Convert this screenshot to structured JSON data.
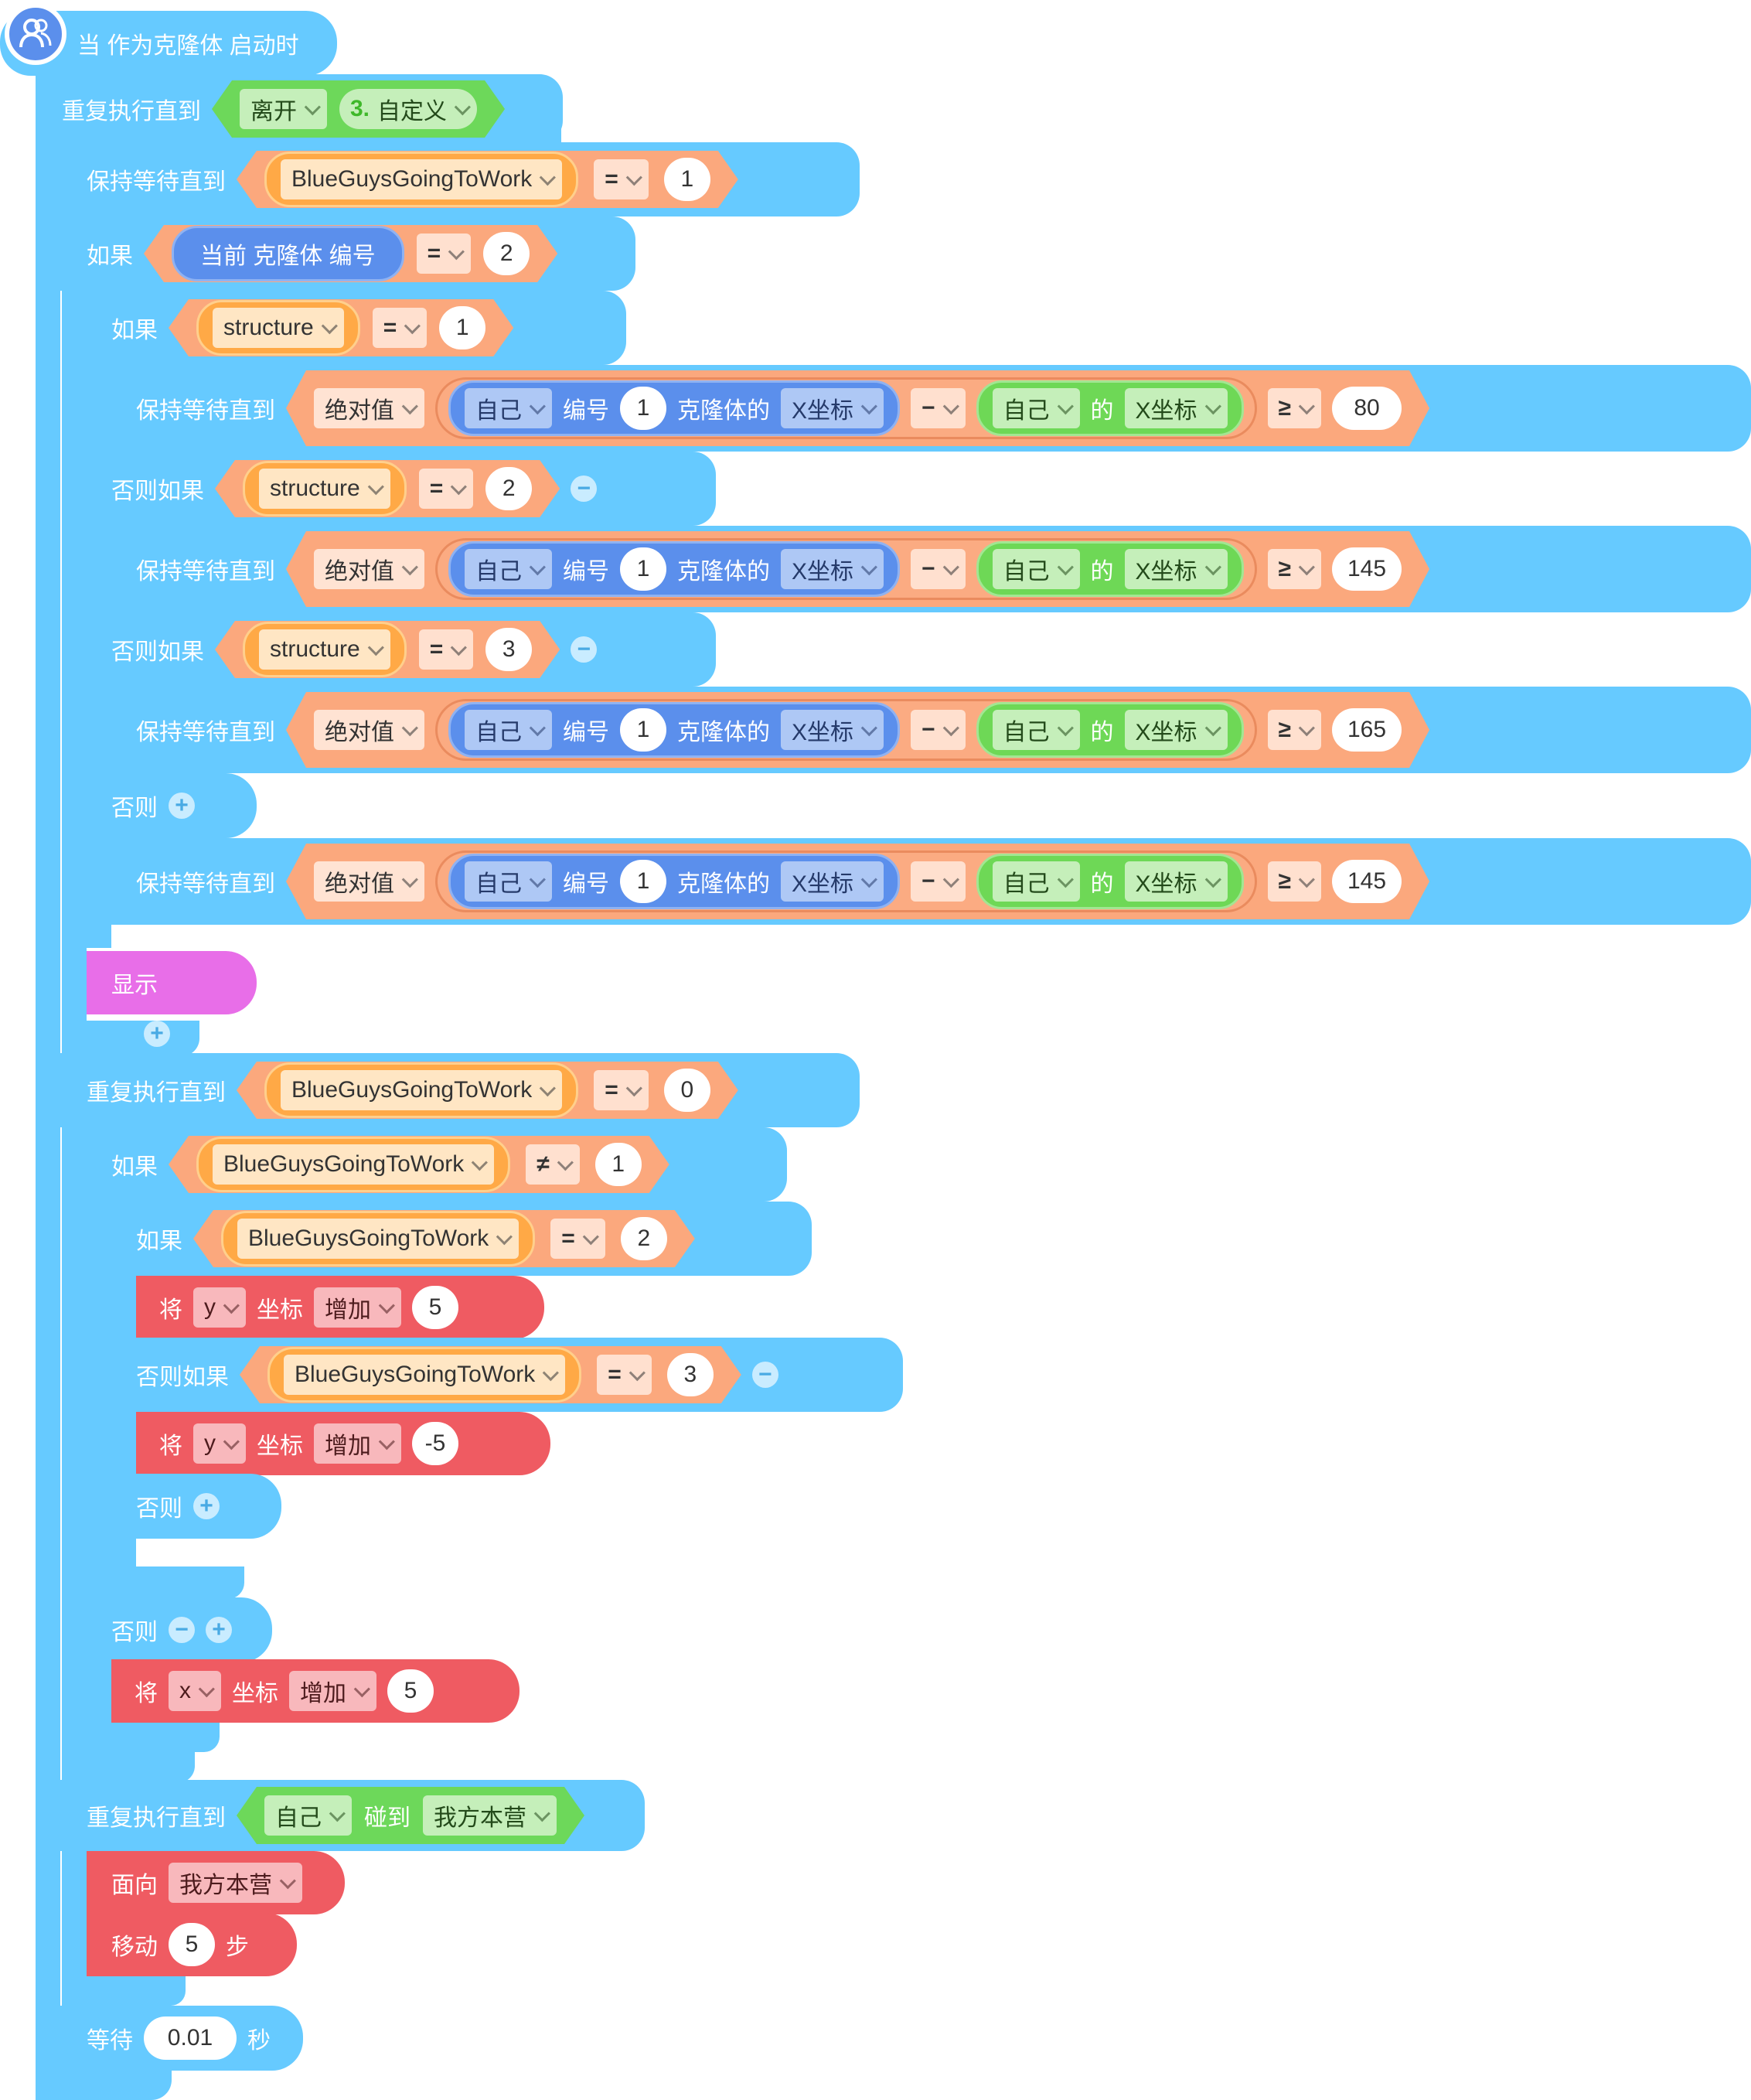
{
  "hat": {
    "label": "当 作为克隆体 启动时",
    "icon": "person-icon"
  },
  "repeat_outer": {
    "label": "重复执行直到",
    "leave": "离开",
    "custom": "自定义",
    "custom_num": "3."
  },
  "wait1": {
    "label": "保持等待直到",
    "var": "BlueGuysGoingToWork",
    "op": "=",
    "value": "1"
  },
  "if_clone": {
    "label": "如果",
    "reporter": "当前 克隆体 编号",
    "op": "=",
    "value": "2"
  },
  "if_struct": {
    "label": "如果",
    "var": "structure",
    "op": "=",
    "value": "1"
  },
  "elif_label": "否则如果",
  "else_label": "否则",
  "wait_abs": {
    "label": "保持等待直到",
    "abs": "绝对值",
    "self": "自己",
    "id": "编号",
    "id_val": "1",
    "clone_of": "克隆体的",
    "xcoord": "X坐标",
    "minus": "−",
    "of": "的",
    "ge": "≥"
  },
  "wait_values": [
    "80",
    "145",
    "165",
    "145"
  ],
  "elif_struct": [
    {
      "var": "structure",
      "op": "=",
      "value": "2"
    },
    {
      "var": "structure",
      "op": "=",
      "value": "3"
    }
  ],
  "show": {
    "label": "显示"
  },
  "repeat_work": {
    "label": "重复执行直到",
    "var": "BlueGuysGoingToWork",
    "op": "=",
    "value": "0"
  },
  "if_ne": {
    "label": "如果",
    "var": "BlueGuysGoingToWork",
    "op": "≠",
    "value": "1"
  },
  "if_eq2": {
    "label": "如果",
    "var": "BlueGuysGoingToWork",
    "op": "=",
    "value": "2"
  },
  "change_y1": {
    "label": "将",
    "axis": "y",
    "coord": "坐标",
    "action": "增加",
    "value": "5"
  },
  "elif_eq3": {
    "label": "否则如果",
    "var": "BlueGuysGoingToWork",
    "op": "=",
    "value": "3"
  },
  "change_y2": {
    "label": "将",
    "axis": "y",
    "coord": "坐标",
    "action": "增加",
    "value": "-5"
  },
  "change_x": {
    "label": "将",
    "axis": "x",
    "coord": "坐标",
    "action": "增加",
    "value": "5"
  },
  "repeat_touch": {
    "label": "重复执行直到",
    "self": "自己",
    "touch": "碰到",
    "target": "我方本营"
  },
  "face": {
    "label": "面向",
    "target": "我方本营"
  },
  "move": {
    "label": "移动",
    "value": "5",
    "unit": "步"
  },
  "wait_sec": {
    "label": "等待",
    "value": "0.01",
    "unit": "秒"
  },
  "colors": {
    "control": "#66caff",
    "operator": "#fba87d",
    "variable": "#ffa946",
    "sensing": "#6dd85a",
    "motion": "#ef5b62",
    "looks": "#e86ee8",
    "clone": "#5b91ec"
  }
}
